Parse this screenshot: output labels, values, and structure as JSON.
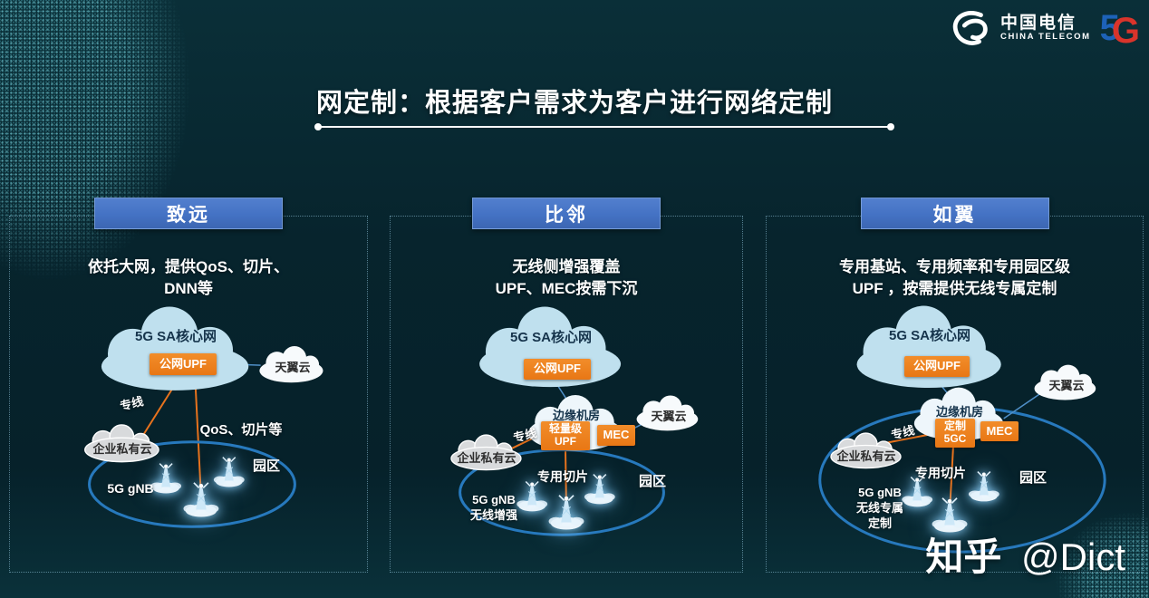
{
  "logo": {
    "brand_cn": "中国电信",
    "brand_en": "CHINA TELECOM",
    "g5_five": "5",
    "g5_g": "G"
  },
  "title": {
    "text": "网定制：根据客户需求为客户进行网络定制"
  },
  "watermark": {
    "site": "知乎",
    "handle": "@Dict"
  },
  "colors": {
    "background": "#07242d",
    "header_blue": "#4472c4",
    "orange": "#e87715",
    "core_cloud_blue": "#bfe0ee",
    "ellipse_blue": "#2779bd",
    "line_orange": "#e8731d",
    "line_blue": "#4f8fc7"
  },
  "panels": [
    {
      "header": "致远",
      "desc1": "依托大网，提供QoS、切片、",
      "desc2": "DNN等",
      "core": "5G SA核心网",
      "upf": "公网UPF",
      "tianyi": "天翼云",
      "zhuanxian": "专线",
      "qos_label": "QoS、切片等",
      "private_cloud": "企业私有云",
      "campus": "园区",
      "gnb1": "5G gNB"
    },
    {
      "header": "比邻",
      "desc1": "无线侧增强覆盖",
      "desc2": "UPF、MEC按需下沉",
      "core": "5G SA核心网",
      "upf": "公网UPF",
      "edge": "边缘机房",
      "edge1a": "轻量级",
      "edge1b": "UPF",
      "mec": "MEC",
      "tianyi": "天翼云",
      "zhuanxian": "专线",
      "slice": "专用切片",
      "private_cloud": "企业私有云",
      "campus": "园区",
      "gnb1": "5G gNB",
      "gnb2": "无线增强"
    },
    {
      "header": "如翼",
      "desc1": "专用基站、专用频率和专用园区级",
      "desc2": "UPF ，按需提供无线专属定制",
      "core": "5G SA核心网",
      "upf": "公网UPF",
      "edge": "边缘机房",
      "edge1a": "定制",
      "edge1b": "5GC",
      "mec": "MEC",
      "tianyi": "天翼云",
      "zhuanxian": "专线",
      "slice": "专用切片",
      "private_cloud": "企业私有云",
      "campus": "园区",
      "gnb1": "5G gNB",
      "gnb2": "无线专属",
      "gnb3": "定制"
    }
  ]
}
